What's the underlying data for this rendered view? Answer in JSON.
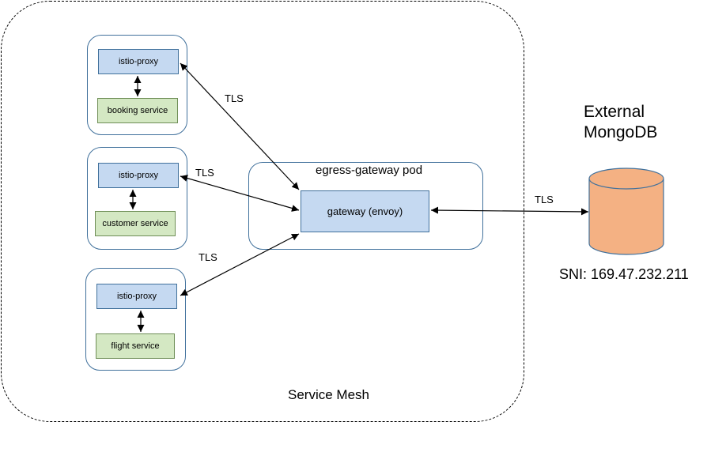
{
  "mesh": {
    "label": "Service Mesh"
  },
  "pods": [
    {
      "proxy_label": "istio-proxy",
      "service_label": "booking service"
    },
    {
      "proxy_label": "istio-proxy",
      "service_label": "customer service"
    },
    {
      "proxy_label": "istio-proxy",
      "service_label": "flight service"
    }
  ],
  "egress": {
    "pod_label": "egress-gateway pod",
    "gateway_label": "gateway (envoy)"
  },
  "links": [
    {
      "label": "TLS"
    },
    {
      "label": "TLS"
    },
    {
      "label": "TLS"
    },
    {
      "label": "TLS"
    }
  ],
  "external": {
    "title_line1": "External",
    "title_line2": "MongoDB",
    "sni": "SNI: 169.47.232.211"
  },
  "colors": {
    "proxy_fill": "#c5d9f1",
    "service_fill": "#d4e8c3",
    "database_fill": "#f4b183",
    "outline": "#41719c"
  }
}
